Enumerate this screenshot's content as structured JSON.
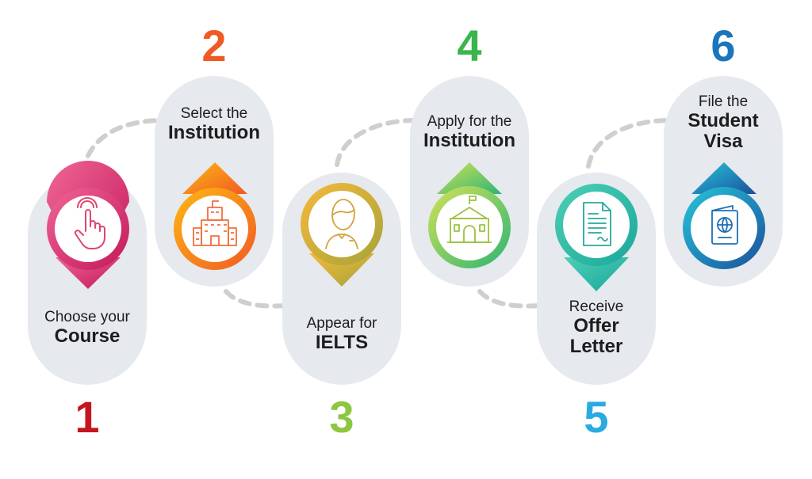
{
  "steps": [
    {
      "number": "1",
      "line1": "Choose your",
      "line2": "Course",
      "line3": "",
      "icon": "hand-pointer-icon",
      "num_color": "#c4161c",
      "grad": [
        "#f06595",
        "#c2185b"
      ]
    },
    {
      "number": "2",
      "line1": "Select the",
      "line2": "Institution",
      "line3": "",
      "icon": "building-icon",
      "num_color": "#ef5a24",
      "grad": [
        "#fdb813",
        "#f15a24"
      ]
    },
    {
      "number": "3",
      "line1": "Appear for",
      "line2": "IELTS",
      "line3": "",
      "icon": "person-icon",
      "num_color": "#8dc63f",
      "grad": [
        "#f6b93b",
        "#a6a33a"
      ]
    },
    {
      "number": "4",
      "line1": "Apply for the",
      "line2": "Institution",
      "line3": "",
      "icon": "university-icon",
      "num_color": "#39b54a",
      "grad": [
        "#d4e157",
        "#2bb673"
      ]
    },
    {
      "number": "5",
      "line1": "Receive",
      "line2": "Offer",
      "line3": "Letter",
      "icon": "document-icon",
      "num_color": "#29abe2",
      "grad": [
        "#4dd0b5",
        "#1aa79b"
      ]
    },
    {
      "number": "6",
      "line1": "File the",
      "line2": "Student",
      "line3": "Visa",
      "icon": "passport-icon",
      "num_color": "#1b75bc",
      "grad": [
        "#26c6da",
        "#1b4f9c"
      ]
    }
  ]
}
